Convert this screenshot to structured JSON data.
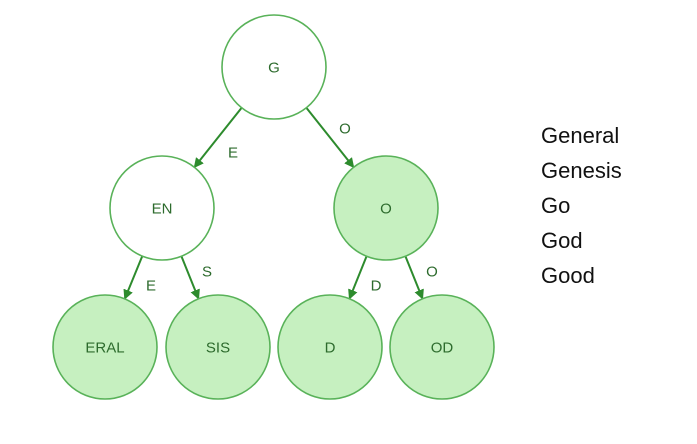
{
  "colors": {
    "filled_node": "#c6f0c0",
    "empty_node": "#ffffff",
    "node_stroke": "#59b259",
    "edge": "#2d8b2d",
    "label": "#2d6b2d"
  },
  "tree": {
    "nodes": [
      {
        "id": "root",
        "label": "G",
        "filled": false
      },
      {
        "id": "en",
        "label": "EN",
        "filled": false
      },
      {
        "id": "o",
        "label": "O",
        "filled": true
      },
      {
        "id": "eral",
        "label": "ERAL",
        "filled": true
      },
      {
        "id": "sis",
        "label": "SIS",
        "filled": true
      },
      {
        "id": "d",
        "label": "D",
        "filled": true
      },
      {
        "id": "od",
        "label": "OD",
        "filled": true
      }
    ],
    "edges": [
      {
        "from": "root",
        "to": "en",
        "label": "E"
      },
      {
        "from": "root",
        "to": "o",
        "label": "O"
      },
      {
        "from": "en",
        "to": "eral",
        "label": "E"
      },
      {
        "from": "en",
        "to": "sis",
        "label": "S"
      },
      {
        "from": "o",
        "to": "d",
        "label": "D"
      },
      {
        "from": "o",
        "to": "od",
        "label": "O"
      }
    ]
  },
  "words": [
    "General",
    "Genesis",
    "Go",
    "God",
    "Good"
  ]
}
